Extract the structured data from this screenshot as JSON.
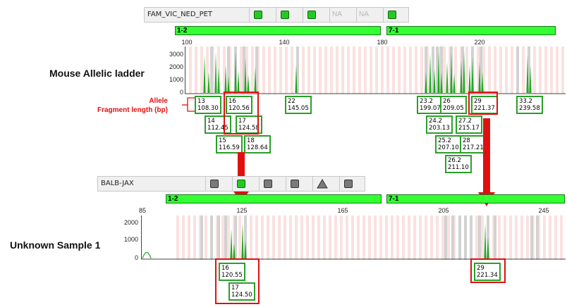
{
  "ladder": {
    "side_label": "Mouse Allelic ladder",
    "header_name": "FAM_VIC_NED_PET",
    "na_labels": [
      "NA",
      "NA"
    ],
    "bins": [
      {
        "label": "1-2"
      },
      {
        "label": "7-1"
      }
    ],
    "x_ticks": [
      "100",
      "140",
      "180",
      "220"
    ],
    "y_ticks": [
      "3000",
      "2000",
      "1000",
      "0"
    ],
    "alleles": [
      {
        "allele": "13",
        "size": "108.30"
      },
      {
        "allele": "14",
        "size": "112.45"
      },
      {
        "allele": "15",
        "size": "116.59"
      },
      {
        "allele": "16",
        "size": "120.56"
      },
      {
        "allele": "17",
        "size": "124.58"
      },
      {
        "allele": "18",
        "size": "128.64"
      },
      {
        "allele": "22",
        "size": "145.05"
      },
      {
        "allele": "23.2",
        "size": "199.07"
      },
      {
        "allele": "24.2",
        "size": "203.13"
      },
      {
        "allele": "25.2",
        "size": "207.10"
      },
      {
        "allele": "26",
        "size": "209.05"
      },
      {
        "allele": "26.2",
        "size": "211.10"
      },
      {
        "allele": "27.2",
        "size": "215.17"
      },
      {
        "allele": "28",
        "size": "217.21"
      },
      {
        "allele": "29",
        "size": "221.37"
      },
      {
        "allele": "33.2",
        "size": "239.58"
      }
    ]
  },
  "annotation": {
    "line1": "Allele",
    "line2": "Fragment length (bp)",
    "color": "#e01010"
  },
  "sample": {
    "side_label": "Unknown Sample 1",
    "header_name": "BALB-JAX",
    "bins": [
      {
        "label": "1-2"
      },
      {
        "label": "7-1"
      }
    ],
    "x_ticks": [
      "85",
      "125",
      "165",
      "205",
      "245"
    ],
    "y_ticks": [
      "2000",
      "1000",
      "0"
    ],
    "alleles": [
      {
        "allele": "16",
        "size": "120.55"
      },
      {
        "allele": "17",
        "size": "124.50"
      },
      {
        "allele": "29",
        "size": "221.34"
      }
    ]
  },
  "colors": {
    "trace": "#22a822",
    "bin": "#33ff33",
    "highlight": "#e01010"
  },
  "icons": {
    "ladder_buttons": [
      "green-square",
      "green-square",
      "green-square",
      "green-square"
    ],
    "sample_buttons": [
      "grey-square",
      "green-square",
      "grey-square",
      "grey-square",
      "grey-triangle",
      "grey-square"
    ]
  }
}
